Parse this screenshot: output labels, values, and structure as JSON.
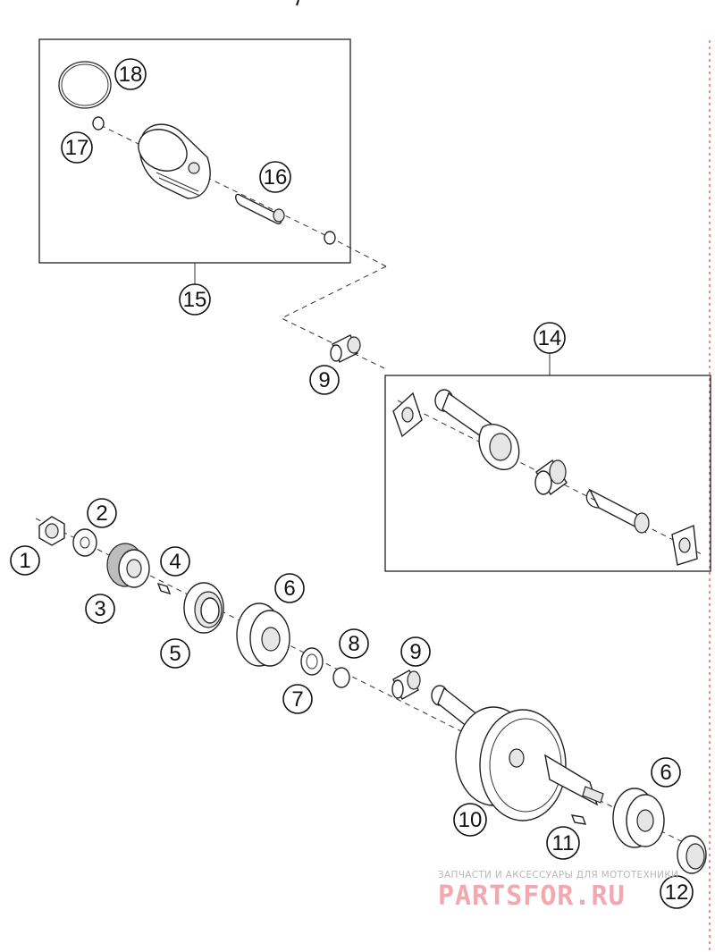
{
  "diagram": {
    "callouts": {
      "c1": "1",
      "c2": "2",
      "c3": "3",
      "c4": "4",
      "c5": "5",
      "c6a": "6",
      "c6b": "6",
      "c7": "7",
      "c8": "8",
      "c9a": "9",
      "c9b": "9",
      "c10": "10",
      "c11": "11",
      "c12": "12",
      "c14": "14",
      "c15": "15",
      "c16": "16",
      "c17": "17",
      "c18": "18"
    }
  },
  "watermark": {
    "tagline": "ЗАПЧАСТИ И АКСЕССУАРЫ ДЛЯ МОТОТЕХНИКИ",
    "brand": "PARTSFOR.RU"
  }
}
